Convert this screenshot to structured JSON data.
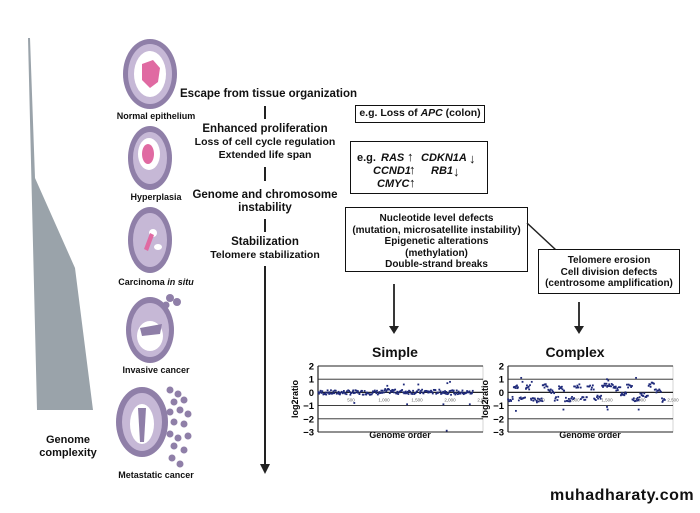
{
  "genome_complexity": {
    "label_line1": "Genome",
    "label_line2": "complexity",
    "wedge_color": "#9aa3aa"
  },
  "stages": [
    {
      "label": "Normal epithelium"
    },
    {
      "label": "Hyperplasia"
    },
    {
      "label_prefix": "Carcinoma ",
      "label_italic": "in situ"
    },
    {
      "label": "Invasive cancer"
    },
    {
      "label": "Metastatic cancer"
    }
  ],
  "steps": [
    {
      "heading": "Escape from tissue organization"
    },
    {
      "heading": "Enhanced proliferation",
      "sub1": "Loss of cell cycle regulation",
      "sub2": "Extended life span"
    },
    {
      "heading": "Genome and chromosome",
      "heading2": "instability"
    },
    {
      "heading": "Stabilization",
      "sub1": "Telomere stabilization"
    }
  ],
  "boxes": {
    "apc": {
      "prefix": "e.g. Loss of ",
      "gene": "APC",
      "suffix": " (colon)"
    },
    "genes": {
      "prefix": "e.g.",
      "items": [
        {
          "gene": "RAS",
          "direction": "up"
        },
        {
          "gene": "CDKN1A",
          "direction": "down"
        },
        {
          "gene": "CCND1",
          "direction": "up"
        },
        {
          "gene": "RB1",
          "direction": "down"
        },
        {
          "gene": "CMYC",
          "direction": "up"
        }
      ]
    },
    "nucleotide": {
      "lines": [
        "Nucleotide level defects",
        "(mutation, microsatellite instability)",
        "Epigenetic alterations",
        "(methylation)",
        "Double-strand breaks"
      ]
    },
    "telomere": {
      "lines": [
        "Telomere erosion",
        "Cell division defects",
        "(centrosome amplification)"
      ]
    }
  },
  "chart_data": [
    {
      "type": "scatter",
      "title": "Simple",
      "xlabel": "Genome order",
      "ylabel": "log2ratio",
      "ylim": [
        -3,
        2
      ],
      "yticks": [
        2,
        1,
        0,
        -1,
        -2,
        -3
      ],
      "xlim": [
        0,
        2500
      ],
      "xticks": [
        "500",
        "1,000",
        "1,500",
        "2,000",
        "2,500"
      ],
      "grid": true,
      "point_color": "#1f2a7a",
      "segments": [
        {
          "x_start": 0,
          "x_end": 1000,
          "y": 0.0
        },
        {
          "x_start": 1000,
          "x_end": 1150,
          "y": 0.1
        },
        {
          "x_start": 1150,
          "x_end": 2000,
          "y": 0.05
        },
        {
          "x_start": 2000,
          "x_end": 2350,
          "y": 0.0
        }
      ],
      "outliers": [
        {
          "x": 1050,
          "y": 0.5
        },
        {
          "x": 1300,
          "y": 0.6
        },
        {
          "x": 1520,
          "y": 0.6
        },
        {
          "x": 1960,
          "y": 0.7
        },
        {
          "x": 2000,
          "y": 0.8
        },
        {
          "x": 550,
          "y": -0.8
        },
        {
          "x": 1350,
          "y": -0.9
        },
        {
          "x": 1900,
          "y": -0.9
        },
        {
          "x": 2300,
          "y": -0.9
        },
        {
          "x": 1950,
          "y": -2.9
        }
      ]
    },
    {
      "type": "scatter",
      "title": "Complex",
      "xlabel": "Genome order",
      "ylabel": "log2ratio",
      "ylim": [
        -3,
        2
      ],
      "yticks": [
        2,
        1,
        0,
        -1,
        -2,
        -3
      ],
      "xlim": [
        0,
        2500
      ],
      "xticks": [
        "500",
        "1,000",
        "1,500",
        "2,000",
        "2,500"
      ],
      "grid": true,
      "point_color": "#1f2a7a",
      "segments": [
        {
          "x_start": 0,
          "x_end": 80,
          "y": -0.5
        },
        {
          "x_start": 80,
          "x_end": 160,
          "y": 0.5
        },
        {
          "x_start": 160,
          "x_end": 260,
          "y": -0.5
        },
        {
          "x_start": 260,
          "x_end": 340,
          "y": 0.4
        },
        {
          "x_start": 340,
          "x_end": 520,
          "y": -0.6
        },
        {
          "x_start": 520,
          "x_end": 600,
          "y": 0.5
        },
        {
          "x_start": 600,
          "x_end": 700,
          "y": 0.1
        },
        {
          "x_start": 700,
          "x_end": 760,
          "y": -0.5
        },
        {
          "x_start": 760,
          "x_end": 860,
          "y": 0.3
        },
        {
          "x_start": 860,
          "x_end": 1000,
          "y": -0.5
        },
        {
          "x_start": 1000,
          "x_end": 1100,
          "y": 0.5
        },
        {
          "x_start": 1100,
          "x_end": 1200,
          "y": -0.4
        },
        {
          "x_start": 1200,
          "x_end": 1300,
          "y": 0.4
        },
        {
          "x_start": 1300,
          "x_end": 1420,
          "y": -0.4
        },
        {
          "x_start": 1420,
          "x_end": 1600,
          "y": 0.5
        },
        {
          "x_start": 1600,
          "x_end": 1700,
          "y": 0.3
        },
        {
          "x_start": 1700,
          "x_end": 1800,
          "y": -0.1
        },
        {
          "x_start": 1800,
          "x_end": 1880,
          "y": 0.5
        },
        {
          "x_start": 1880,
          "x_end": 2000,
          "y": -0.5
        },
        {
          "x_start": 2000,
          "x_end": 2120,
          "y": -0.2
        },
        {
          "x_start": 2120,
          "x_end": 2220,
          "y": 0.6
        },
        {
          "x_start": 2220,
          "x_end": 2320,
          "y": 0.1
        },
        {
          "x_start": 2320,
          "x_end": 2380,
          "y": -0.6
        }
      ],
      "outliers": [
        {
          "x": 200,
          "y": 1.1
        },
        {
          "x": 220,
          "y": 0.8
        },
        {
          "x": 360,
          "y": 0.8
        },
        {
          "x": 1500,
          "y": 1.0
        },
        {
          "x": 1520,
          "y": 0.9
        },
        {
          "x": 1940,
          "y": 1.1
        },
        {
          "x": 120,
          "y": -1.4
        },
        {
          "x": 840,
          "y": -1.3
        },
        {
          "x": 1500,
          "y": -1.1
        },
        {
          "x": 1510,
          "y": -1.3
        },
        {
          "x": 1980,
          "y": -1.3
        }
      ]
    }
  ],
  "watermark": "muhadharaty.com"
}
